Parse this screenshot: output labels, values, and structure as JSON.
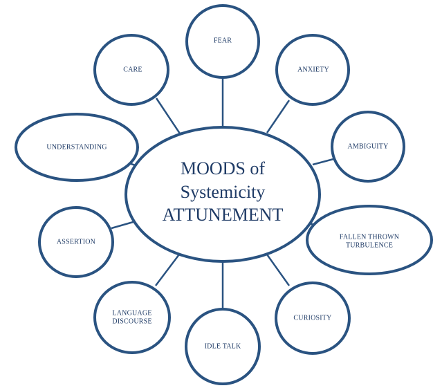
{
  "diagram": {
    "colors": {
      "stroke": "#2a5381",
      "text": "#1f3b66",
      "background": "#ffffff"
    },
    "center": {
      "line1": "MOODS of",
      "line2": "Systemicity",
      "line3": "ATTUNEMENT"
    },
    "moods": {
      "fear": "FEAR",
      "care": "CARE",
      "anxiety": "ANXIETY",
      "understanding": "UNDERSTANDING",
      "ambiguity": "AMBIGUITY",
      "assertion": "ASSERTION",
      "fallen_thrown_1": "FALLEN THROWN",
      "fallen_thrown_2": "TURBULENCE",
      "language_1": "LANGUAGE",
      "language_2": "DISCOURSE",
      "curiosity": "CURIOSITY",
      "idle_talk": "IDLE TALK"
    }
  }
}
